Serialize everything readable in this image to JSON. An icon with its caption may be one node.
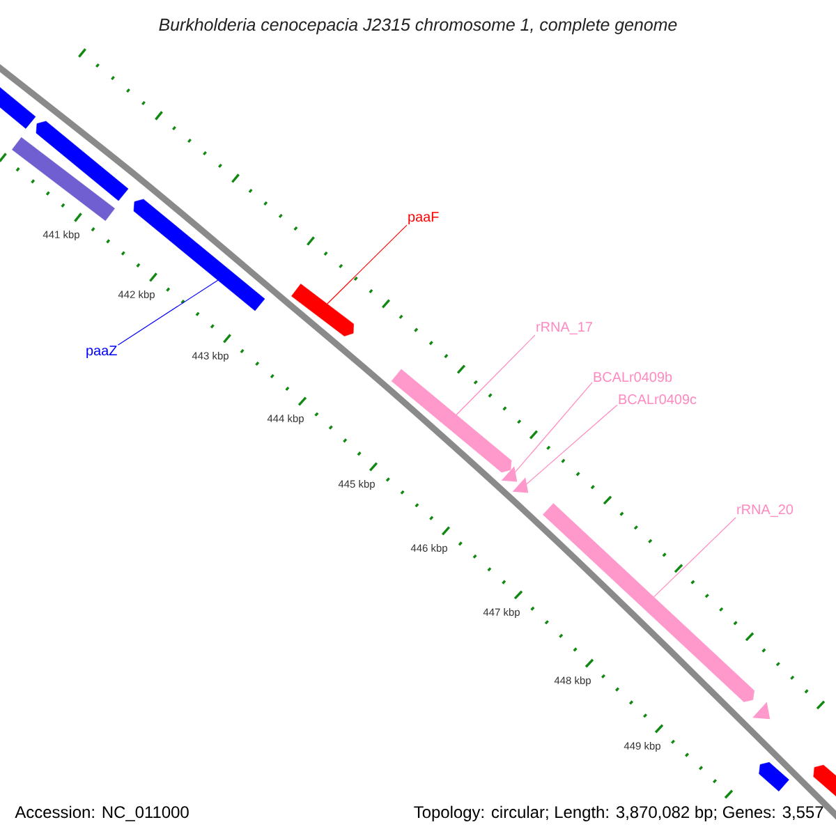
{
  "diagram": {
    "title": "Burkholderia cenocepacia J2315 chromosome 1, complete genome",
    "nodes": [
      {
        "text": [],
        "shape": "bar"
      },
      {
        "text": [],
        "shape": "arrow"
      },
      {
        "text": [],
        "shape": "bar"
      },
      {
        "text": [],
        "shape": "arrow"
      },
      {
        "text": [
          "paaF"
        ]
      },
      {
        "text": [],
        "shape": "arrow"
      },
      {
        "text": [
          "paaZ"
        ]
      },
      {
        "text": [
          "rRNA_17"
        ]
      },
      {
        "text": [
          "BCALr0409b"
        ]
      },
      {
        "text": [
          "BCALr0409c"
        ]
      },
      {
        "text": [],
        "shape": "arrow"
      },
      {
        "text": [],
        "shape": "triangle"
      },
      {
        "text": [],
        "shape": "triangle"
      },
      {
        "text": [
          "rRNA_20"
        ]
      },
      {
        "text": [],
        "shape": "arrow"
      },
      {
        "text": [],
        "shape": "triangle"
      },
      {
        "text": [],
        "shape": "arrow"
      },
      {
        "text": [],
        "shape": "arrow"
      }
    ],
    "edges": [
      {
        "from": 4,
        "to": 5,
        "arrow": "none",
        "color": "#ff0000"
      },
      {
        "from": 6,
        "to": 3,
        "arrow": "none",
        "color": "#0000ff"
      },
      {
        "from": 7,
        "to": 10,
        "arrow": "none"
      },
      {
        "from": 8,
        "to": 11,
        "arrow": "none"
      },
      {
        "from": 9,
        "to": 12,
        "arrow": "none"
      },
      {
        "from": 13,
        "to": 14,
        "arrow": "none"
      }
    ],
    "labels": [
      "441 kbp",
      "442 kbp",
      "443 kbp",
      "444 kbp",
      "445 kbp",
      "446 kbp",
      "447 kbp",
      "448 kbp",
      "449 kbp",
      "Accession: NC_011000",
      "Topology: circular; Length: 3,870,082 bp; Genes: 3,557"
    ]
  }
}
